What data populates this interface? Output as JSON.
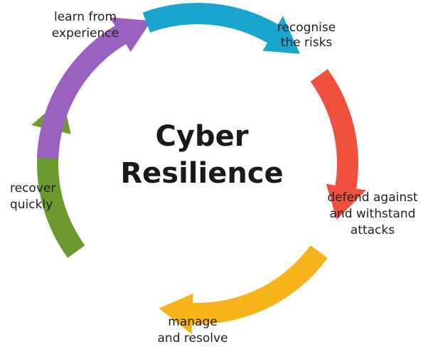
{
  "title": {
    "line1": "Cyber",
    "line2": "Resilience"
  },
  "stages": [
    {
      "lines": [
        "recognise",
        "the risks"
      ],
      "color": "#f0513f",
      "arrow_icon": "red-arrow-icon"
    },
    {
      "lines": [
        "defend against",
        "and withstand",
        "attacks"
      ],
      "color": "#f6b31a",
      "arrow_icon": "yellow-arrow-icon"
    },
    {
      "lines": [
        "manage",
        "and resolve"
      ],
      "color": "#6c9a2e",
      "arrow_icon": "green-arrow-icon"
    },
    {
      "lines": [
        "recover",
        "quickly"
      ],
      "color": "#9b61c0",
      "arrow_icon": "purple-arrow-icon"
    },
    {
      "lines": [
        "learn from",
        "experience"
      ],
      "color": "#1aa5cf",
      "arrow_icon": "blue-arrow-icon"
    }
  ]
}
